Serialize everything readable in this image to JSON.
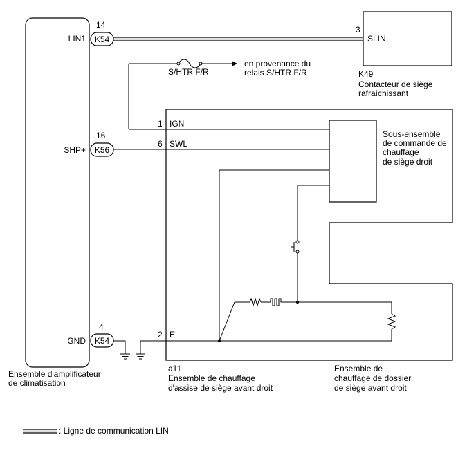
{
  "amplifier": {
    "pins": {
      "lin1": {
        "label": "LIN1",
        "number": "14",
        "connector": "K54"
      },
      "shp": {
        "label": "SHP+",
        "number": "16",
        "connector": "K56"
      },
      "gnd": {
        "label": "GND",
        "number": "4",
        "connector": "K54"
      }
    },
    "caption": [
      "Ensemble d'amplificateur",
      "de climatisation"
    ]
  },
  "switch_k49": {
    "pin_number": "3",
    "pin_label": "SLIN",
    "code": "K49",
    "caption": [
      "Contacteur de siège",
      "rafraîchissant"
    ]
  },
  "fuse": {
    "label": "S/HTR F/R",
    "note": [
      "en provenance du",
      "relais S/HTR F/R"
    ]
  },
  "seat_a11": {
    "pins": {
      "ign": {
        "number": "1",
        "label": "IGN"
      },
      "swl": {
        "number": "6",
        "label": "SWL"
      },
      "e": {
        "number": "2",
        "label": "E"
      }
    },
    "code": "a11",
    "caption": [
      "Ensemble de chauffage",
      "d'assise de siège avant droit"
    ]
  },
  "control_subassembly": {
    "caption": [
      "Sous-ensemble",
      "de commande de",
      "chauffage",
      "de siège droit"
    ]
  },
  "back_heater": {
    "caption": [
      "Ensemble de",
      "chauffage de dossier",
      "de siège avant droit"
    ]
  },
  "legend": {
    "text": ": Ligne de communication LIN"
  }
}
